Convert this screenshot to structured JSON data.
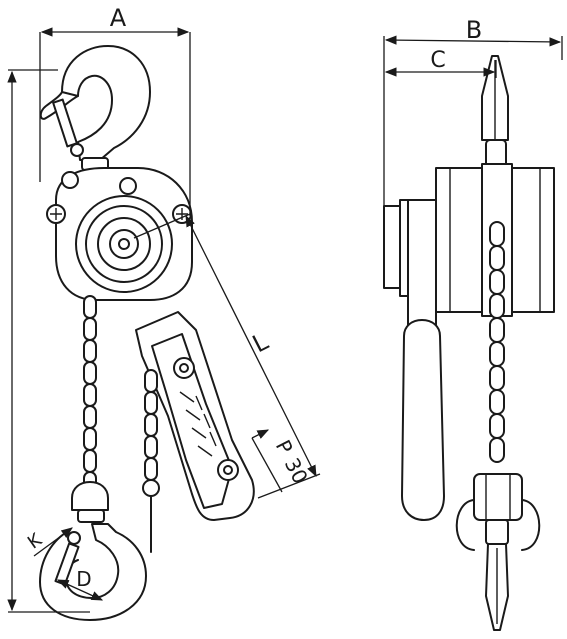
{
  "labels": {
    "A": "A",
    "B": "B",
    "C": "C",
    "L": "L",
    "P": "P",
    "p_angle": "30",
    "K": "K",
    "D": "D"
  }
}
